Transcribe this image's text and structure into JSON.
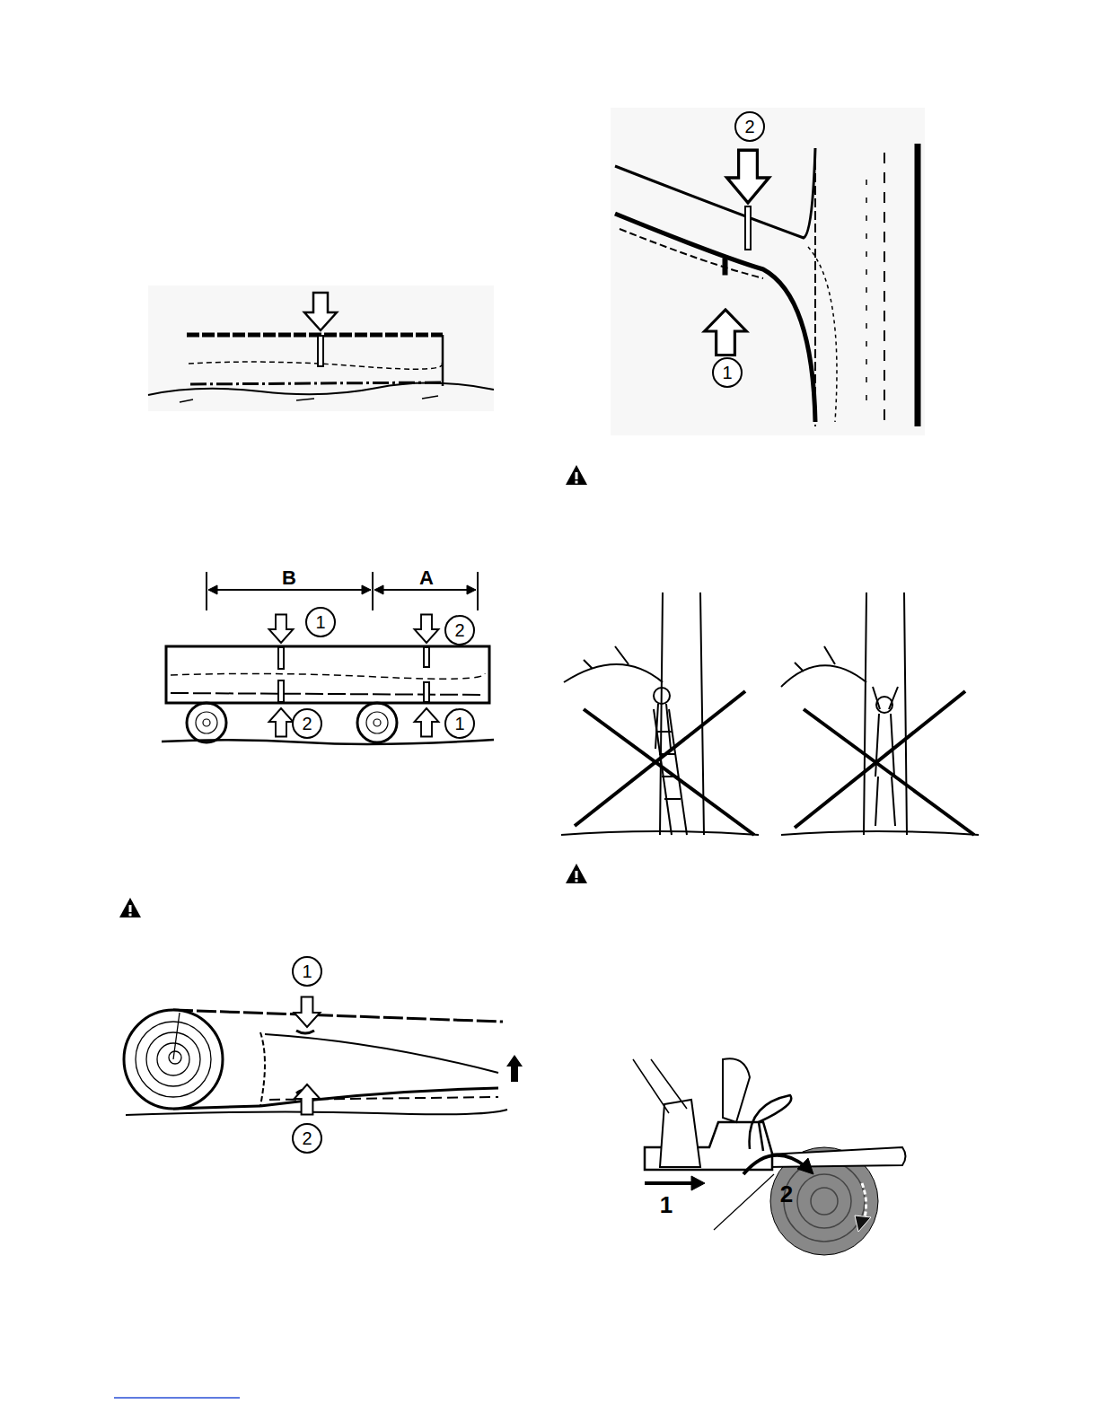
{
  "diagram": {
    "labels": [
      "B",
      "A",
      "1",
      "2",
      "2",
      "1",
      "1",
      "2",
      "2",
      "1",
      "1",
      "2"
    ]
  }
}
